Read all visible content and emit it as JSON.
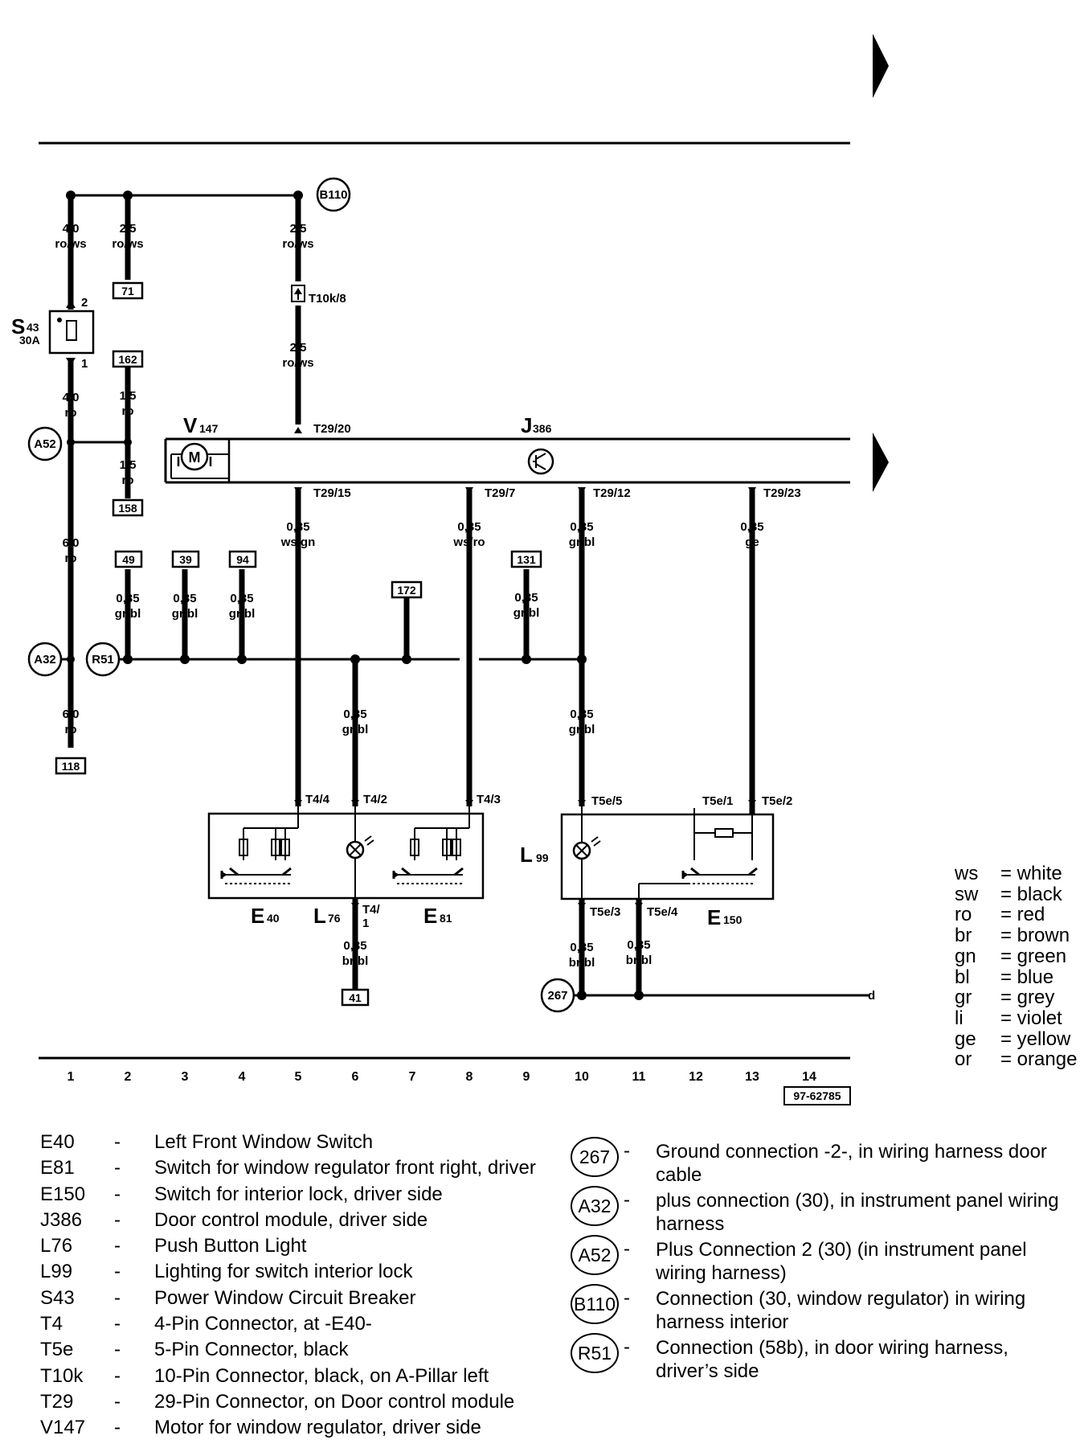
{
  "wires": [
    {
      "id": "w1",
      "size": "4,0",
      "color": "ro/ws"
    },
    {
      "id": "w2",
      "size": "2,5",
      "color": "ro/ws"
    },
    {
      "id": "w3",
      "size": "2,5",
      "color": "ro/ws"
    },
    {
      "id": "w4",
      "size": "2,5",
      "color": "ro/ws"
    },
    {
      "id": "w5",
      "size": "4,0",
      "color": "ro"
    },
    {
      "id": "w6",
      "size": "1,5",
      "color": "ro"
    },
    {
      "id": "w7",
      "size": "1,5",
      "color": "ro"
    },
    {
      "id": "w8",
      "size": "6,0",
      "color": "ro"
    },
    {
      "id": "w9",
      "size": "6,0",
      "color": "ro"
    },
    {
      "id": "w10",
      "size": "0,35",
      "color": "ws/gn"
    },
    {
      "id": "w11",
      "size": "0,35",
      "color": "ws/ro"
    },
    {
      "id": "w12",
      "size": "0,35",
      "color": "gr/bl"
    },
    {
      "id": "w13",
      "size": "0,35",
      "color": "ge"
    },
    {
      "id": "w14",
      "size": "0,35",
      "color": "gr/bl"
    },
    {
      "id": "w15",
      "size": "0,35",
      "color": "gr/bl"
    },
    {
      "id": "w16",
      "size": "0,35",
      "color": "gr/bl"
    },
    {
      "id": "w17",
      "size": "0,35",
      "color": "gr/bl"
    },
    {
      "id": "w18",
      "size": "0,35",
      "color": "gr/bl"
    },
    {
      "id": "w19",
      "size": "0,35",
      "color": "gr/bl"
    },
    {
      "id": "w20",
      "size": "0,35",
      "color": "br/bl"
    },
    {
      "id": "w21",
      "size": "0,35",
      "color": "br/bl"
    },
    {
      "id": "w22",
      "size": "0,35",
      "color": "br/bl"
    }
  ],
  "refs": [
    "71",
    "162",
    "158",
    "49",
    "39",
    "94",
    "172",
    "131",
    "118",
    "41"
  ],
  "connections": [
    "B110",
    "A52",
    "A32",
    "R51",
    "267"
  ],
  "pins": {
    "s43_pin2": "2",
    "s43_pin1": "1",
    "t10k": "T10k/8",
    "t29_20": "T29/20",
    "t29_15": "T29/15",
    "t29_7": "T29/7",
    "t29_12": "T29/12",
    "t29_23": "T29/23",
    "t4_4": "T4/4",
    "t4_2": "T4/2",
    "t4_3": "T4/3",
    "t4_1a": "T4/",
    "t4_1b": "1",
    "t5e_5": "T5e/5",
    "t5e_1": "T5e/1",
    "t5e_2": "T5e/2",
    "t5e_3": "T5e/3",
    "t5e_4": "T5e/4"
  },
  "components": {
    "s43": {
      "main": "S",
      "sub": "43",
      "rating": "30A"
    },
    "v147": {
      "main": "V",
      "sub": "147"
    },
    "j386": {
      "main": "J",
      "sub": "386"
    },
    "e40": {
      "main": "E",
      "sub": "40"
    },
    "l76": {
      "main": "L",
      "sub": "76"
    },
    "e81": {
      "main": "E",
      "sub": "81"
    },
    "l99": {
      "main": "L",
      "sub": "99"
    },
    "e150": {
      "main": "E",
      "sub": "150"
    }
  },
  "track_mark": "d",
  "columns": [
    "1",
    "2",
    "3",
    "4",
    "5",
    "6",
    "7",
    "8",
    "9",
    "10",
    "11",
    "12",
    "13",
    "14"
  ],
  "diagram_number": "97-62785",
  "color_key": [
    {
      "abbr": "ws",
      "name": "= white"
    },
    {
      "abbr": "sw",
      "name": "= black"
    },
    {
      "abbr": "ro",
      "name": "= red"
    },
    {
      "abbr": "br",
      "name": "= brown"
    },
    {
      "abbr": "gn",
      "name": "= green"
    },
    {
      "abbr": "bl",
      "name": "= blue"
    },
    {
      "abbr": "gr",
      "name": "= grey"
    },
    {
      "abbr": "li",
      "name": "= violet"
    },
    {
      "abbr": "ge",
      "name": "= yellow"
    },
    {
      "abbr": "or",
      "name": "= orange"
    }
  ],
  "legend": [
    {
      "code": "E40",
      "dash": "-",
      "desc": "Left Front Window Switch"
    },
    {
      "code": "E81",
      "dash": "-",
      "desc": "Switch for window regulator front right, driver"
    },
    {
      "code": "E150",
      "dash": "-",
      "desc": "Switch for interior lock, driver side"
    },
    {
      "code": "J386",
      "dash": "-",
      "desc": "Door control module, driver side"
    },
    {
      "code": "L76",
      "dash": "-",
      "desc": "Push Button Light"
    },
    {
      "code": "L99",
      "dash": "-",
      "desc": "Lighting for switch interior lock"
    },
    {
      "code": "S43",
      "dash": "-",
      "desc": "Power Window Circuit Breaker"
    },
    {
      "code": "T4",
      "dash": "-",
      "desc": " 4-Pin Connector, at -E40-"
    },
    {
      "code": "T5e",
      "dash": "-",
      "desc": "5-Pin Connector, black"
    },
    {
      "code": "T10k",
      "dash": "-",
      "desc": "10-Pin Connector, black, on A-Pillar left"
    },
    {
      "code": "T29",
      "dash": "-",
      "desc": "29-Pin Connector, on Door control module"
    },
    {
      "code": "V147",
      "dash": "-",
      "desc": "Motor for window regulator, driver side"
    }
  ],
  "ground_legend": [
    {
      "code": "267",
      "dash": "-",
      "desc": "Ground connection -2-, in wiring harness door cable"
    },
    {
      "code": "A32",
      "dash": "-",
      "desc": "plus connection (30), in instrument panel wiring harness"
    },
    {
      "code": "A52",
      "dash": "-",
      "desc": "Plus Connection 2 (30) (in instrument panel wiring harness)"
    },
    {
      "code": "B110",
      "dash": "-",
      "desc": "Connection (30, window regulator) in wiring harness interior"
    },
    {
      "code": "R51",
      "dash": "-",
      "desc": "Connection (58b), in door wiring harness, driver’s side"
    }
  ]
}
